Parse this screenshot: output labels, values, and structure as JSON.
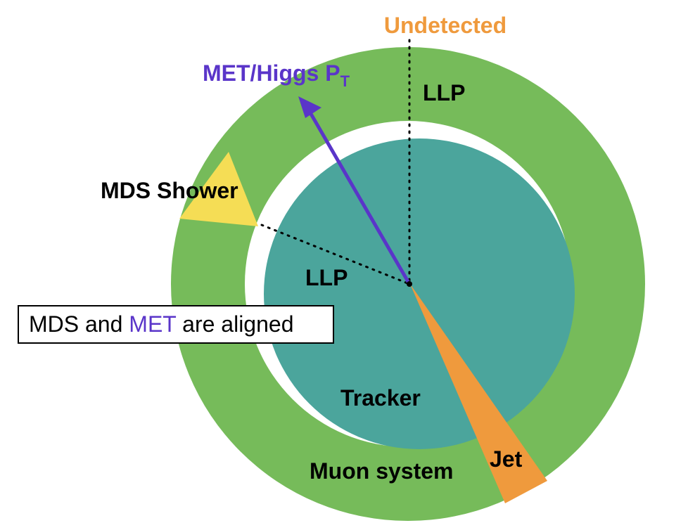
{
  "colors": {
    "muon_ring": "#76bb5a",
    "tracker": "#4ba59c",
    "gap": "#ffffff",
    "jet": "#ef9a3d",
    "shower": "#f5dd55",
    "met_arrow": "#5a35c9",
    "undetected": "#ef9a3d",
    "text": "#000000"
  },
  "labels": {
    "undetected": "Undetected",
    "met_higgs": "MET/Higgs P",
    "met_higgs_sub": "T",
    "llp_upper": "LLP",
    "llp_inner": "LLP",
    "mds_shower": "MDS Shower",
    "tracker": "Tracker",
    "muon_system": "Muon system",
    "jet": "Jet"
  },
  "callout": {
    "part1": "MDS and ",
    "part2": "MET",
    "part3": " are aligned"
  },
  "icons": {
    "met_arrow": "arrow-icon",
    "jet": "cone-icon",
    "shower": "triangle-icon"
  }
}
